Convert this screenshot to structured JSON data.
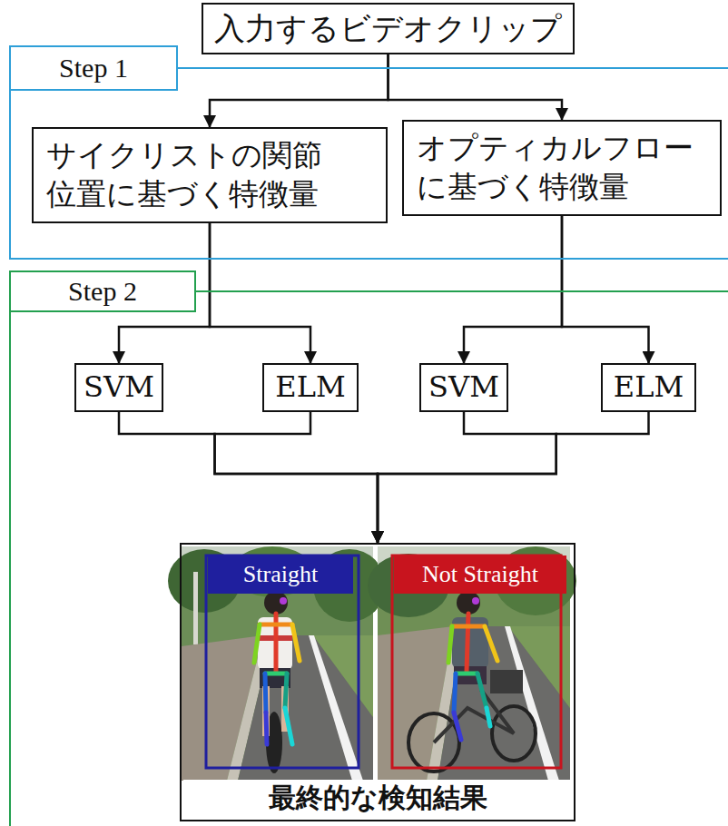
{
  "diagram": {
    "nodes": [
      {
        "text": [
          "入力するビデオクリップ"
        ]
      },
      {
        "text": [
          "Step 1"
        ]
      },
      {
        "text": [
          "サイクリストの関節 位置に基づく特徴量"
        ],
        "in": 1
      },
      {
        "text": [
          "オプティカルフロー に基づく特徴量"
        ],
        "in": 1
      },
      {
        "text": [
          "Step 2"
        ]
      },
      {
        "text": [
          "SVM"
        ],
        "in": 4
      },
      {
        "text": [
          "ELM"
        ],
        "in": 4
      },
      {
        "text": [
          "SVM"
        ],
        "in": 4
      },
      {
        "text": [
          "ELM"
        ],
        "in": 4
      },
      {
        "text": [
          "最終的な検知結果"
        ],
        "in": 4
      },
      {
        "text": [
          "Straight"
        ],
        "in": 9
      },
      {
        "text": [
          "Not Straight"
        ],
        "in": 9
      }
    ],
    "edges": [
      {
        "from": 0,
        "to": 2,
        "arrow": "to"
      },
      {
        "from": 0,
        "to": 3,
        "arrow": "to"
      },
      {
        "from": 2,
        "to": 5,
        "arrow": "to"
      },
      {
        "from": 2,
        "to": 6,
        "arrow": "to"
      },
      {
        "from": 3,
        "to": 7,
        "arrow": "to"
      },
      {
        "from": 3,
        "to": 8,
        "arrow": "to"
      },
      {
        "from": 5,
        "to": 9,
        "arrow": "to"
      },
      {
        "from": 6,
        "to": 9,
        "arrow": "to"
      },
      {
        "from": 7,
        "to": 9,
        "arrow": "to"
      },
      {
        "from": 8,
        "to": 9,
        "arrow": "to"
      }
    ]
  }
}
